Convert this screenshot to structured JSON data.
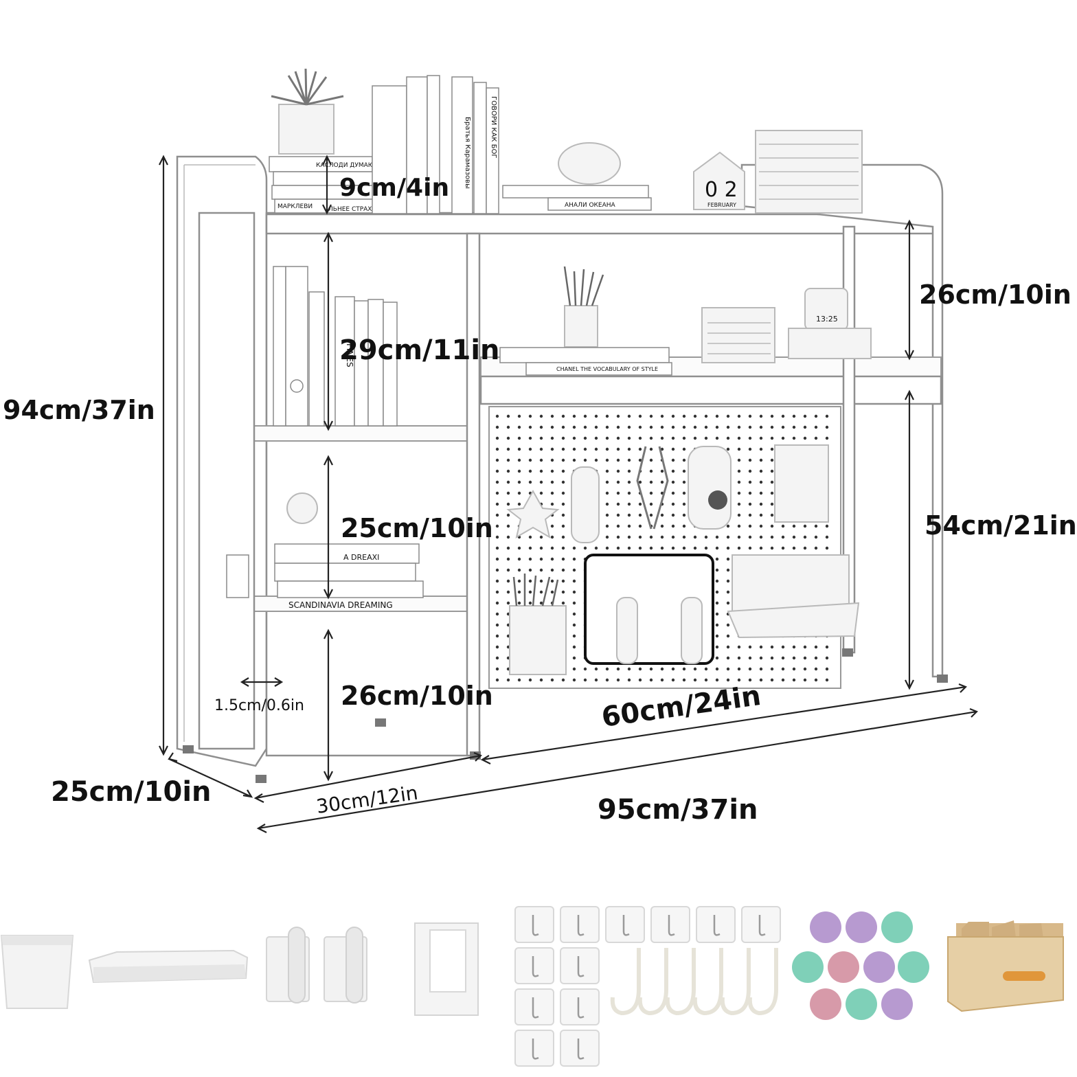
{
  "dimensions": {
    "top_clearance": "9cm/4in",
    "left_upper_shelf": "29cm/11in",
    "left_middle_shelf": "25cm/10in",
    "left_bottom_shelf": "26cm/10in",
    "total_height": "94cm/37in",
    "right_upper_shelf": "26cm/10in",
    "right_lower_height": "54cm/21in",
    "board_thickness": "1.5cm/0.6in",
    "depth": "25cm/10in",
    "left_width": "30cm/12in",
    "right_width": "60cm/24in",
    "total_width": "95cm/37in"
  },
  "props": {
    "book_top_1": "КАСЛОДИ ДУМАЮТ",
    "book_top_2": "МАРКЛЕВИ",
    "book_top_3": "ЛЬНЕЕ СТРАХА",
    "book_top_4": "АНАЛИ ОКЕАНА",
    "book_spine_1": "Братья Карамазовы",
    "book_spine_2": "ГОВОРИ КАК БОГ",
    "calendar_digits": "0 2",
    "calendar_month": "FEBRUARY",
    "book_chanel": "CHANEL THE VOCABULARY OF STYLE",
    "book_fines": "FINES",
    "book_dream": "A DREAXI",
    "book_scan": "SCANDINAVIA DREAMING",
    "clock_time": "13:25"
  },
  "accessories": [
    {
      "name": "cup"
    },
    {
      "name": "tray"
    },
    {
      "name": "hooks-pair"
    },
    {
      "name": "holder"
    },
    {
      "name": "adhesive-hooks"
    },
    {
      "name": "j-hooks"
    },
    {
      "name": "pegs"
    },
    {
      "name": "box"
    }
  ],
  "colors": {
    "peg_purple": "#b79ad0",
    "peg_green": "#7fd0b8",
    "peg_pink": "#d79aa9",
    "box_wood": "#e6cfa5",
    "box_handle": "#e0963a"
  }
}
